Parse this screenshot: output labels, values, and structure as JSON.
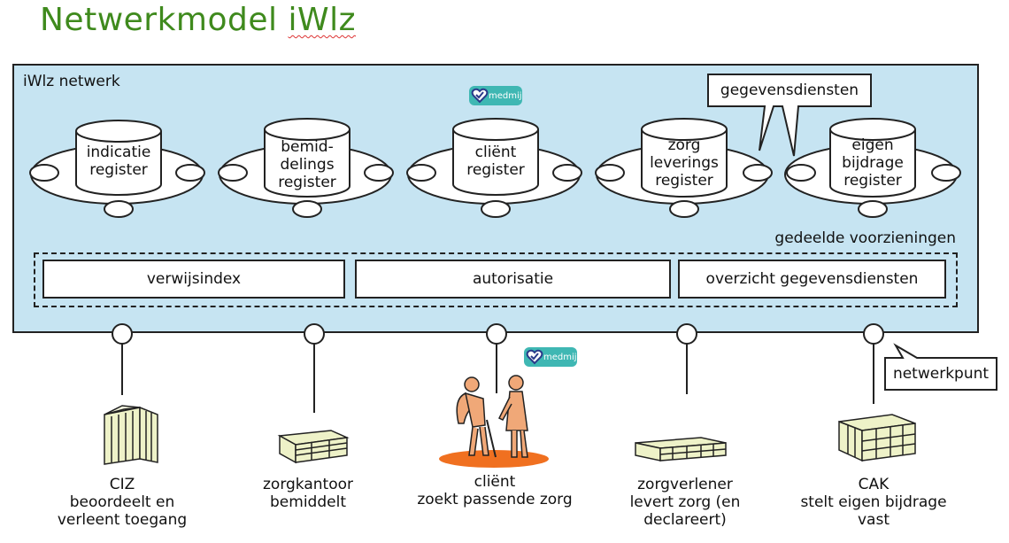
{
  "title": {
    "prefix": "Netwerkmodel ",
    "emph": "iWlz"
  },
  "network": {
    "label": "iWlz netwerk",
    "registers": [
      {
        "line1": "indicatie",
        "line2": "register",
        "line3": ""
      },
      {
        "line1": "bemid-",
        "line2": "delings",
        "line3": "register"
      },
      {
        "line1": "cliënt",
        "line2": "register",
        "line3": ""
      },
      {
        "line1": "zorg",
        "line2": "leverings",
        "line3": "register"
      },
      {
        "line1": "eigen",
        "line2": "bijdrage",
        "line3": "register"
      }
    ],
    "callout_gegevensdiensten": "gegevensdiensten",
    "shared_label": "gedeelde voorzieningen",
    "services": [
      "verwijsindex",
      "autorisatie",
      "overzicht gegevensdiensten"
    ]
  },
  "callout_netwerkpunt": "netwerkpunt",
  "medmij_badge": "medmij",
  "actors": [
    {
      "line1": "CIZ",
      "line2": "beoordeelt en",
      "line3": "verleent toegang"
    },
    {
      "line1": "zorgkantoor",
      "line2": "bemiddelt",
      "line3": ""
    },
    {
      "line1": "cliënt",
      "line2": "zoekt passende zorg",
      "line3": ""
    },
    {
      "line1": "zorgverlener",
      "line2": "levert zorg (en",
      "line3": "declareert)"
    },
    {
      "line1": "CAK",
      "line2": "stelt eigen bijdrage",
      "line3": "vast"
    }
  ],
  "colors": {
    "title": "#3f8a1d",
    "network_bg": "#c6e4f2",
    "client_ground": "#f07020",
    "person_fill": "#f0a878",
    "building_fill": "#eef2c8",
    "medmij": "#3fb7b3"
  }
}
